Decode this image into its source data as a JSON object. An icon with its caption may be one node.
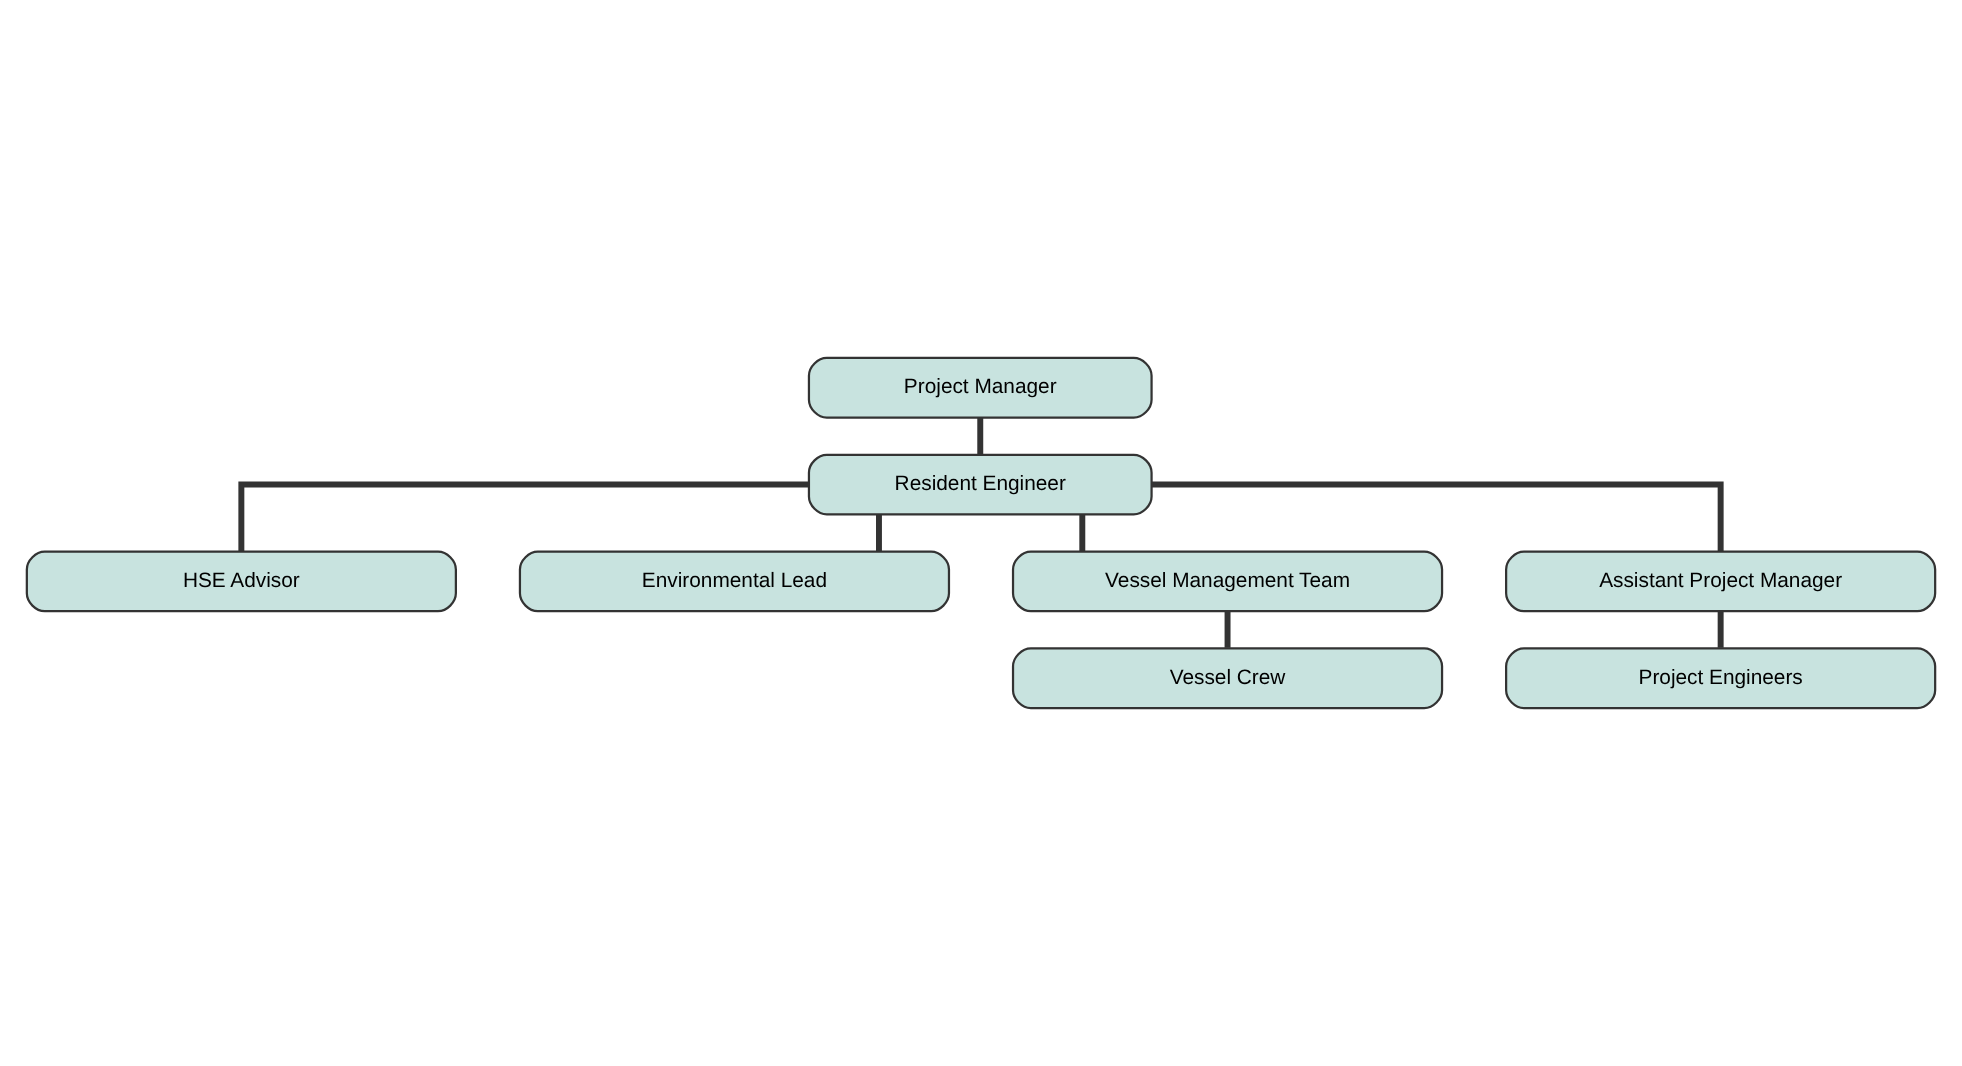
{
  "diagram": {
    "nodes": [
      {
        "text": [
          "Project Manager"
        ]
      },
      {
        "text": [
          "Resident Engineer"
        ]
      },
      {
        "text": [
          "HSE Advisor"
        ]
      },
      {
        "text": [
          "Environmental Lead"
        ]
      },
      {
        "text": [
          "Vessel Management Team"
        ]
      },
      {
        "text": [
          "Assistant Project Manager"
        ]
      },
      {
        "text": [
          "Vessel Crew"
        ]
      },
      {
        "text": [
          "Project Engineers"
        ]
      }
    ],
    "edges": [
      {
        "from": 0,
        "to": 1,
        "arrow": "none"
      },
      {
        "from": 1,
        "to": 2,
        "arrow": "none"
      },
      {
        "from": 1,
        "to": 3,
        "arrow": "none"
      },
      {
        "from": 1,
        "to": 4,
        "arrow": "none"
      },
      {
        "from": 1,
        "to": 5,
        "arrow": "none"
      },
      {
        "from": 4,
        "to": 6,
        "arrow": "none"
      },
      {
        "from": 5,
        "to": 7,
        "arrow": "none"
      }
    ]
  }
}
